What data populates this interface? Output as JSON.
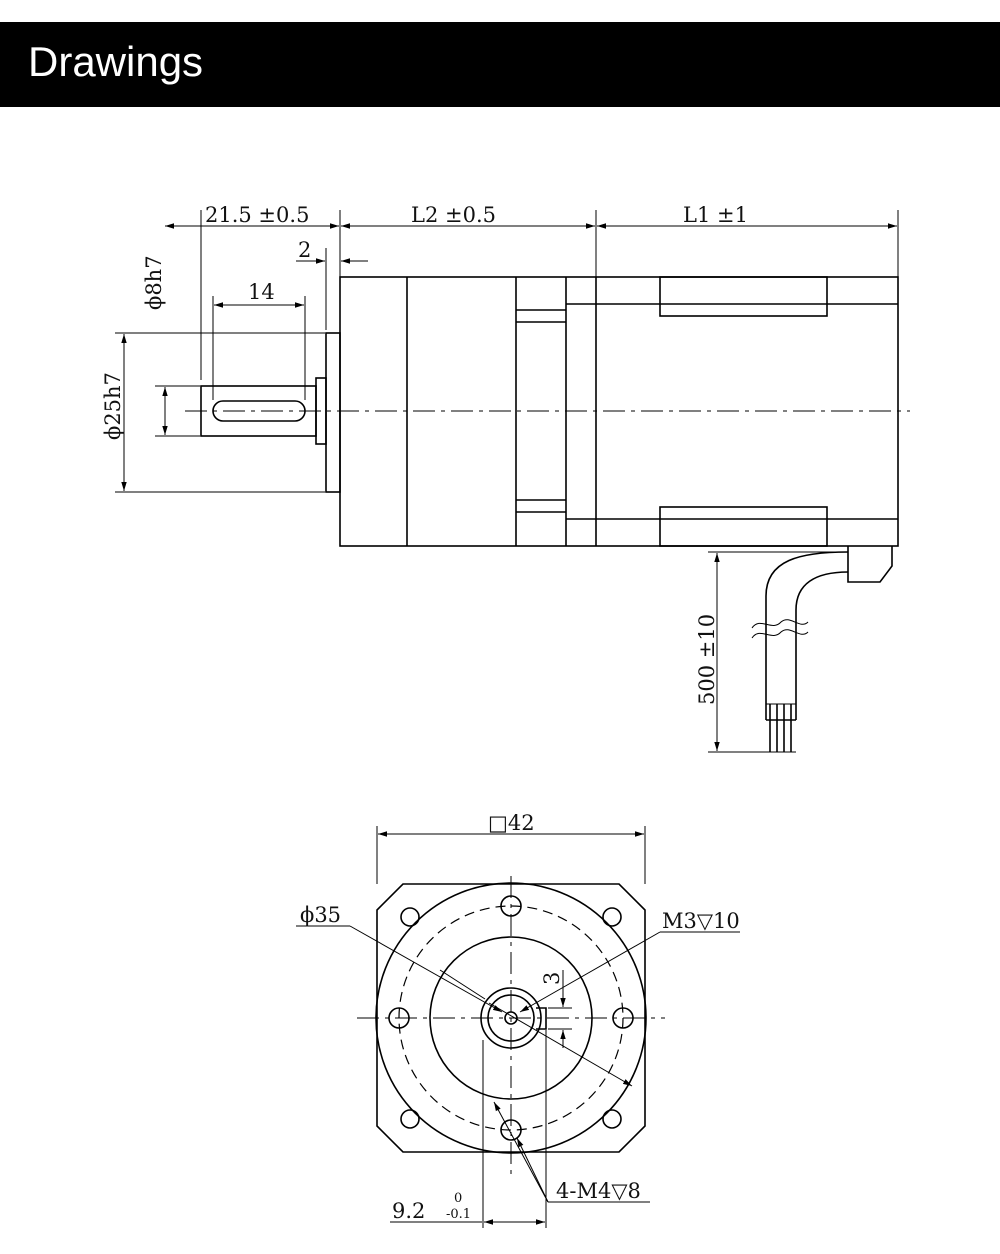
{
  "header": {
    "title": "Drawings"
  },
  "side_view": {
    "dim_shaft_length": "21.5 ±0.5",
    "dim_gearbox_length": "L2 ±0.5",
    "dim_motor_length": "L1 ±1",
    "dim_flange_step": "2",
    "dim_key_length": "14",
    "dim_shaft_dia": "ϕ8h7",
    "dim_pilot_dia": "ϕ25h7",
    "dim_cable_length": "500 ±10"
  },
  "front_view": {
    "dim_square": "□42",
    "dim_bolt_circle": "ϕ35",
    "dim_tapped_holes": "M3▽10",
    "dim_key_width": "3",
    "dim_mount_holes": "4-M4▽8",
    "dim_key_height": "9.2",
    "tol_upper": "0",
    "tol_lower": "-0.1"
  }
}
